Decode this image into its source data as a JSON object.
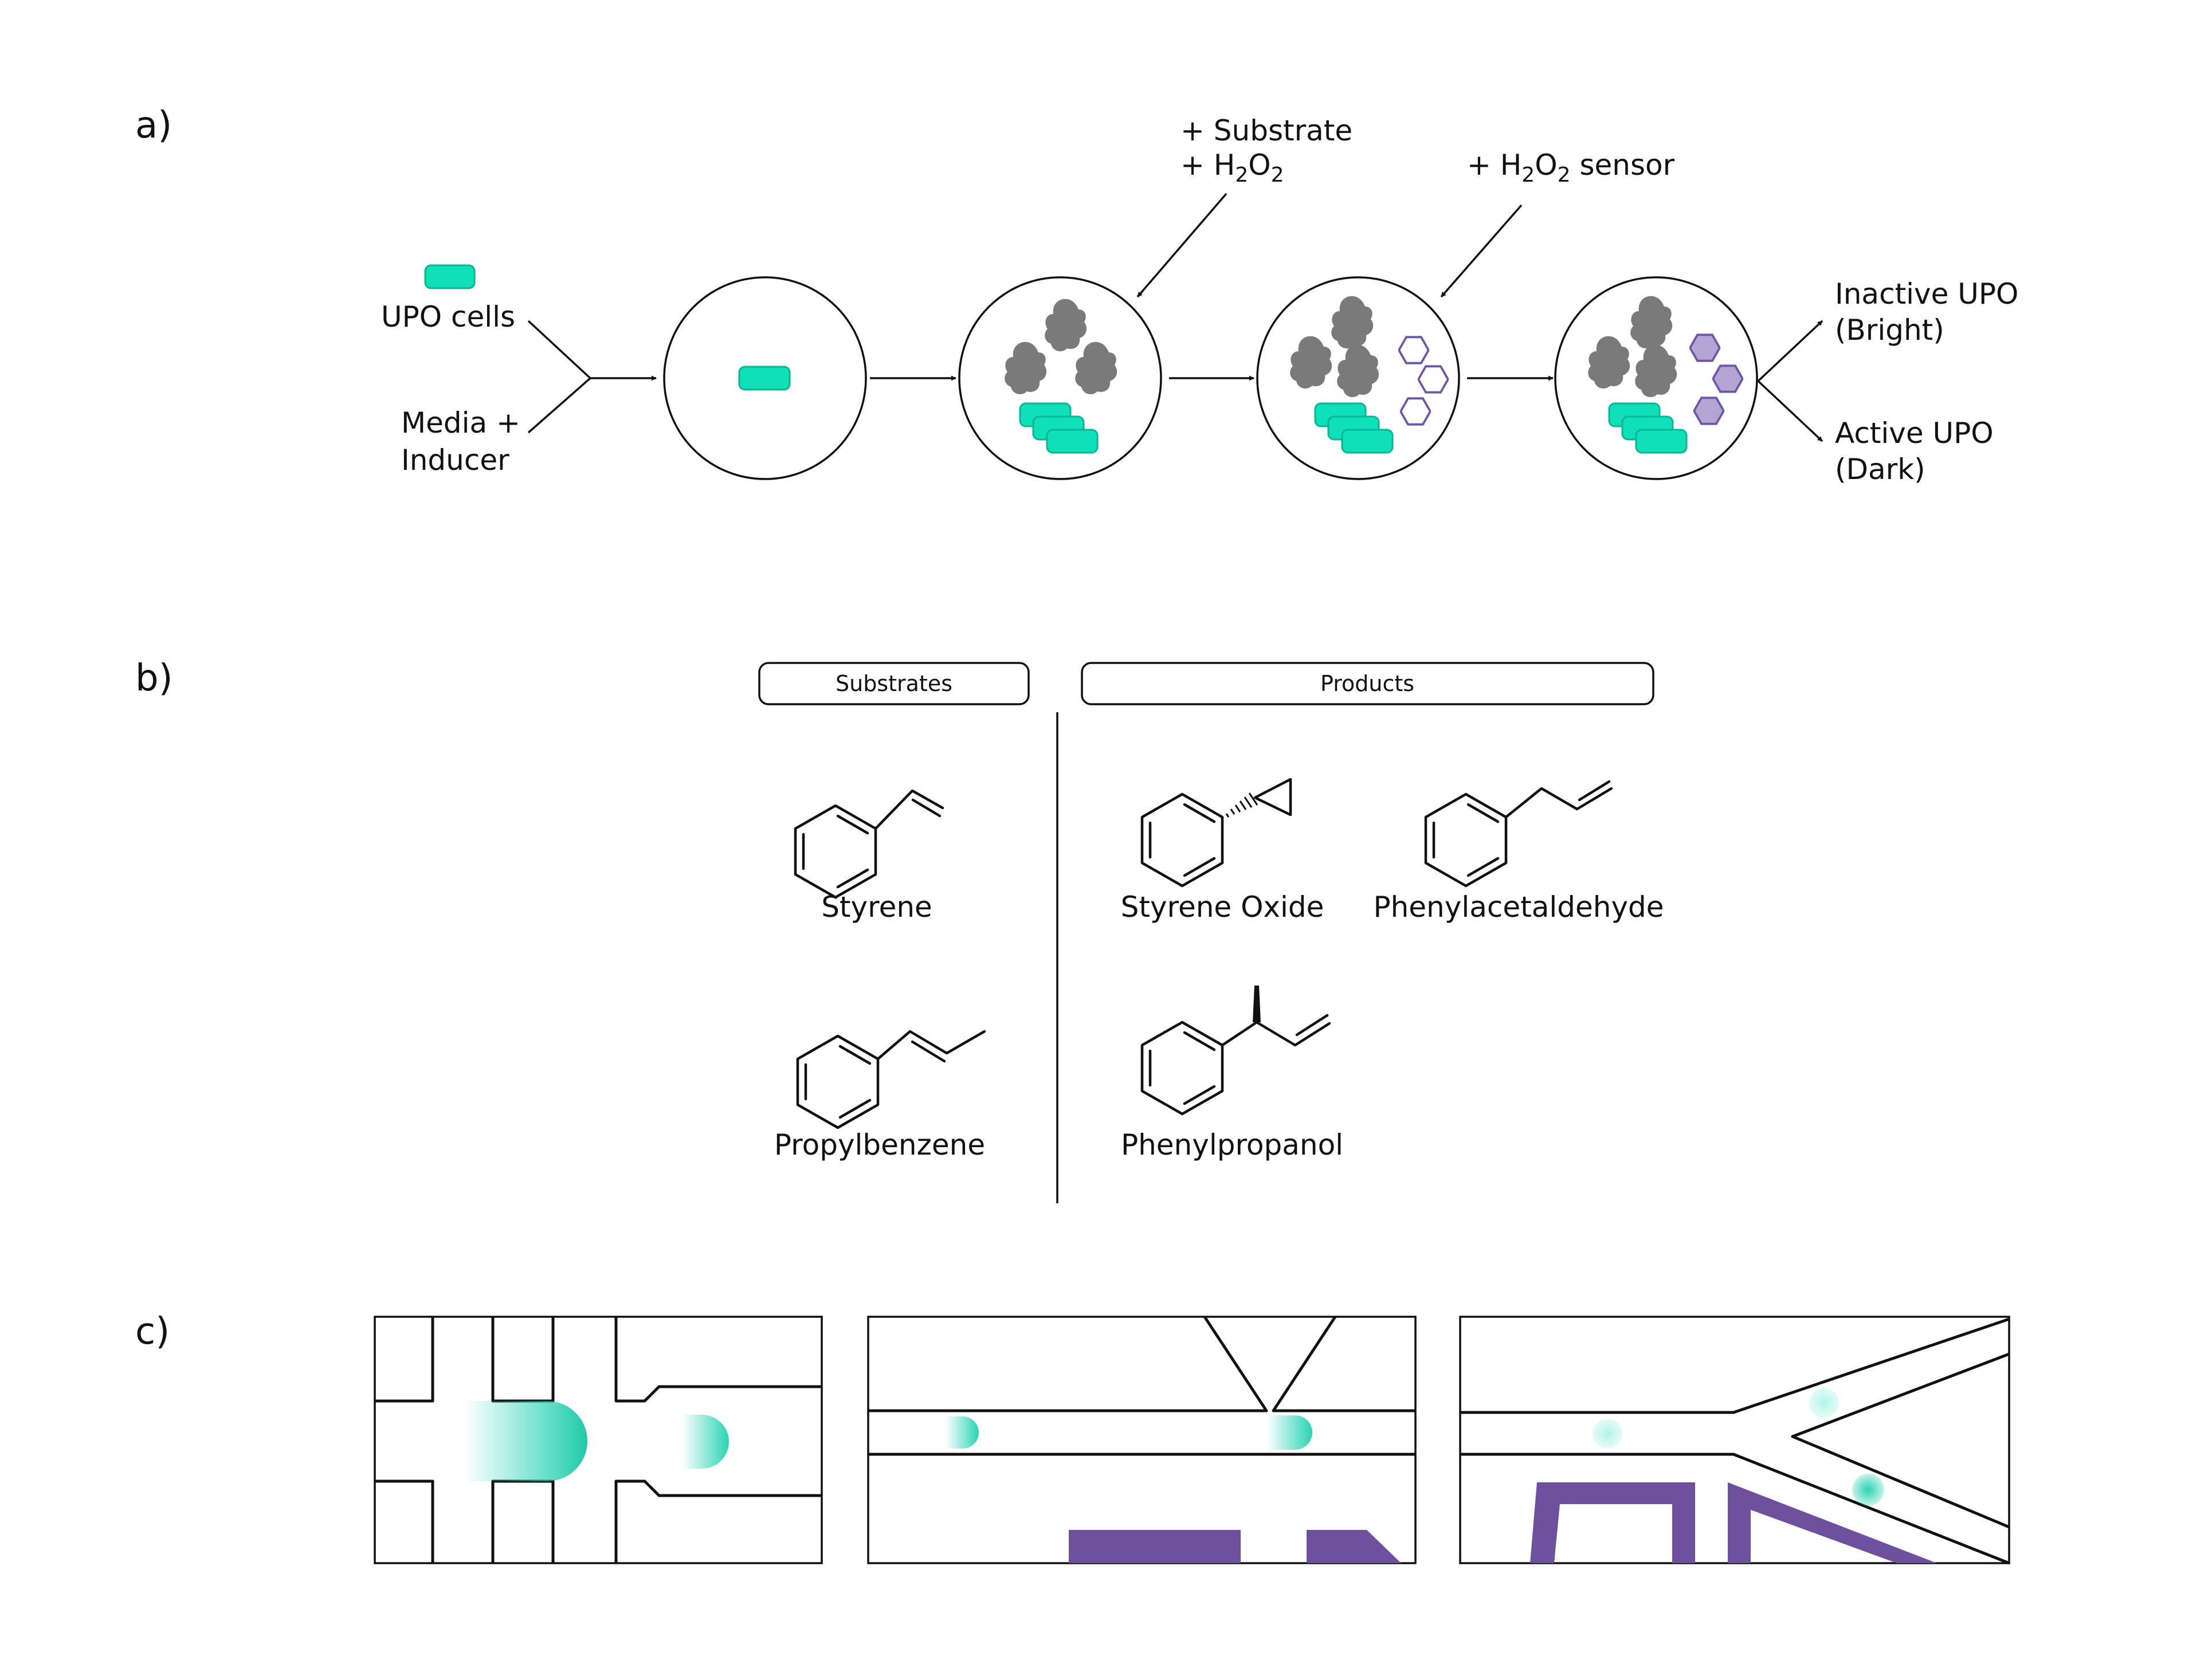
{
  "panels": {
    "a": "a)",
    "b": "b)",
    "c": "c)"
  },
  "panel_a": {
    "upo_cells": "UPO cells",
    "media_line1": "Media +",
    "media_line2": "Inducer",
    "substrate_line1": "+ Substrate",
    "h2o2_prefix": "+ H",
    "sub2": "2",
    "o_letter": "O",
    "sensor_suffix": " sensor",
    "inactive_line1": "Inactive UPO",
    "inactive_line2": "(Bright)",
    "active_line1": "Active UPO",
    "active_line2": "(Dark)"
  },
  "panel_b": {
    "substrates_header": "Substrates",
    "products_header": "Products",
    "styrene": "Styrene",
    "propylbenzene": "Propylbenzene",
    "styrene_oxide": "Styrene Oxide",
    "phenylacetaldehyde": "Phenylacetaldehyde",
    "phenylpropanol": "Phenylpropanol"
  },
  "colors": {
    "cell_teal": "#0fe0b8",
    "sensor_purple": "#b3a4d4",
    "electrode_purple": "#6d519e",
    "protein_gray": "#7a7a7a"
  },
  "icons": {
    "cell": "rounded-rectangle",
    "enzyme": "protein-blob",
    "sensor": "hexagon"
  }
}
